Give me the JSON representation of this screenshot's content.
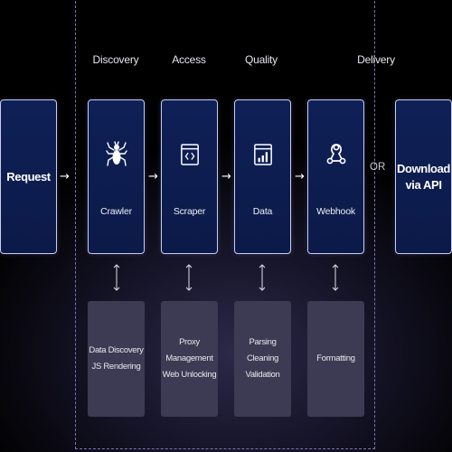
{
  "stages": [
    "Discovery",
    "Access",
    "Quality",
    "Delivery"
  ],
  "request_label": "Request",
  "tools": [
    {
      "name": "Crawler",
      "icon": "spider-icon"
    },
    {
      "name": "Scraper",
      "icon": "code-window-icon"
    },
    {
      "name": "Data",
      "icon": "bar-chart-document-icon"
    },
    {
      "name": "Webhook",
      "icon": "webhook-icon"
    }
  ],
  "details": [
    "Data Discovery\nJS Rendering",
    "Proxy\nManagement\nWeb Unlocking",
    "Parsing\nCleaning\nValidation",
    "Formatting"
  ],
  "or_label": "OR",
  "download_label": "Download\nvia API",
  "colors": {
    "card_fill": "#0f2057",
    "card_border": "#c9cdf0",
    "sub_fill": "#3d3a53",
    "frame_dash": "#7a72b8"
  }
}
